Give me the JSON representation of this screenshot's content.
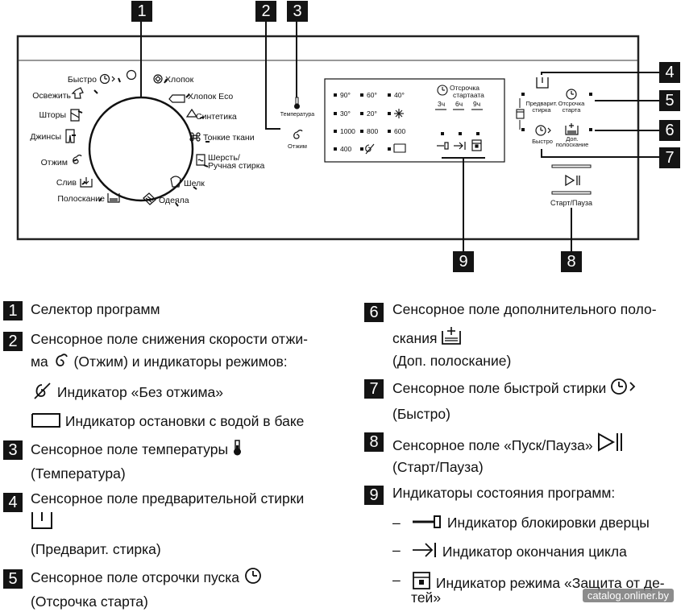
{
  "panel": {
    "programs_left": [
      "Быстро",
      "Освежить",
      "Шторы",
      "Джинсы",
      "Отжим",
      "Слив",
      "Полоскание"
    ],
    "programs_right": [
      "Хлопок",
      "Хлопок Eco",
      "Синтетика",
      "Тонкие ткани",
      "Шерсть/",
      "Ручная стирка",
      "Шелк",
      "Одеяла"
    ],
    "temp_label": "Температура",
    "spin_label": "Отжим",
    "temps_col1": [
      "90°",
      "30°",
      "1000",
      "400"
    ],
    "temps_col2": [
      "60°",
      "20°",
      "800"
    ],
    "temps_col3": [
      "40°",
      "600"
    ],
    "delay_title_1": "Отсрочка",
    "delay_title_2": "стартаата",
    "delay_hours": [
      "3ч",
      "6ч",
      "9ч"
    ],
    "prewash_1": "Предварит.",
    "prewash_2": "стирка",
    "delay_btn_1": "Отсрочка",
    "delay_btn_2": "старта",
    "quick_label": "Быстро",
    "rinse_1": "Доп.",
    "rinse_2": "полоскание",
    "start_label": "Старт/Пауза"
  },
  "callouts": [
    "1",
    "2",
    "3",
    "4",
    "5",
    "6",
    "7",
    "8",
    "9"
  ],
  "legend": {
    "n1": "1",
    "t1": "Селектор программ",
    "n2": "2",
    "t2a": "Сенсорное поле снижения скорости отжи-",
    "t2b_pre": "ма",
    "t2b_post": "(Отжим) и индикаторы режимов:",
    "t2c": "Индикатор «Без отжима»",
    "t2d": "Индикатор остановки с водой в баке",
    "n3": "3",
    "t3a": "Сенсорное поле температуры",
    "t3b": "(Температура)",
    "n4": "4",
    "t4a": "Сенсорное поле предварительной стирки",
    "t4c": "(Предварит. стирка)",
    "n5": "5",
    "t5a": "Сенсорное поле отсрочки пуска",
    "t5b": "(Отсрочка старта)",
    "n6": "6",
    "t6a": "Сенсорное поле дополнительного поло-",
    "t6b": "скания",
    "t6c": "(Доп. полоскание)",
    "n7": "7",
    "t7a": "Сенсорное поле быстрой стирки",
    "t7b": "(Быстро)",
    "n8": "8",
    "t8a": "Сенсорное поле «Пуск/Пауза»",
    "t8b": "(Старт/Пауза)",
    "n9": "9",
    "t9": "Индикаторы состояния программ:",
    "dash": "–",
    "t9a": "Индикатор блокировки дверцы",
    "t9b": "Индикатор окончания цикла",
    "t9c1": "Индикатор режима «Защита от де-",
    "t9c2": "тей»"
  },
  "watermark": "catalog.onliner.by"
}
